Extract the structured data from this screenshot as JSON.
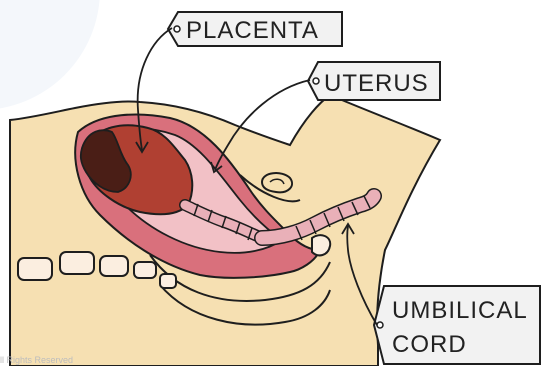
{
  "labels": {
    "placenta": "PLACENTA",
    "uterus": "UTERUS",
    "umbilical_cord_line1": "UMBILICAL",
    "umbilical_cord_line2": "CORD"
  },
  "footer": {
    "copyright": "ll Rights Reserved"
  },
  "colors": {
    "skin": "#f6e0b2",
    "uterus_wall": "#d9707c",
    "uterus_inner": "#f2c1c6",
    "placenta": "#b04032",
    "placenta_dark": "#4a1e16",
    "cord": "#e9b0b8",
    "bone": "#fbeee0",
    "tag_fill": "#f2f2f2",
    "outline": "#1e1e1e"
  }
}
